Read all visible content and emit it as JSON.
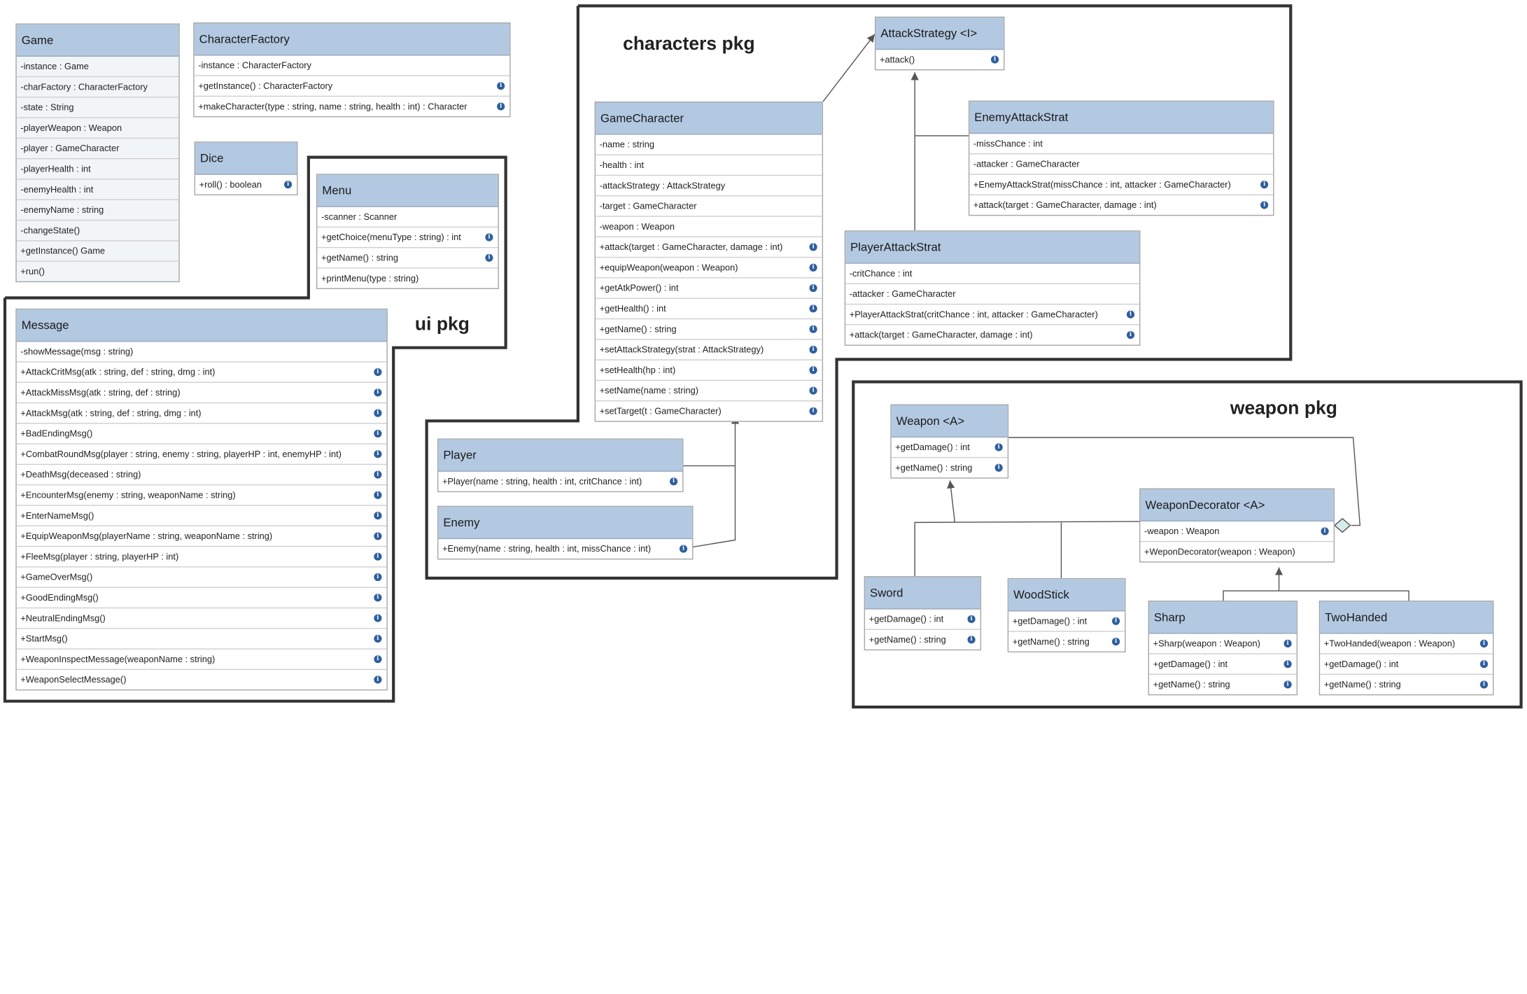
{
  "packages": [
    {
      "id": "pkg-ui",
      "label": "ui pkg"
    },
    {
      "id": "pkg-characters",
      "label": "characters pkg"
    },
    {
      "id": "pkg-weapon",
      "label": "weapon pkg"
    }
  ],
  "classes": [
    {
      "id": "game",
      "name": "Game",
      "shaded": true,
      "members": [
        {
          "text": "-instance : Game",
          "info": false
        },
        {
          "text": "-charFactory : CharacterFactory",
          "info": false
        },
        {
          "text": "-state : String",
          "info": false
        },
        {
          "text": "-playerWeapon : Weapon",
          "info": false
        },
        {
          "text": "-player : GameCharacter",
          "info": false
        },
        {
          "text": "-playerHealth : int",
          "info": false
        },
        {
          "text": "-enemyHealth : int",
          "info": false
        },
        {
          "text": "-enemyName : string",
          "info": false
        },
        {
          "text": "-changeState()",
          "info": false
        },
        {
          "text": "+getInstance() Game",
          "info": false
        },
        {
          "text": "+run()",
          "info": false
        }
      ]
    },
    {
      "id": "character-factory",
      "name": "CharacterFactory",
      "members": [
        {
          "text": "-instance : CharacterFactory",
          "info": false
        },
        {
          "text": "+getInstance() : CharacterFactory",
          "info": true
        },
        {
          "text": "+makeCharacter(type : string, name : string, health : int) : Character",
          "info": true
        }
      ]
    },
    {
      "id": "dice",
      "name": "Dice",
      "members": [
        {
          "text": "+roll() : boolean",
          "info": true
        }
      ]
    },
    {
      "id": "menu",
      "name": "Menu",
      "members": [
        {
          "text": "-scanner : Scanner",
          "info": false
        },
        {
          "text": "+getChoice(menuType : string) : int",
          "info": true
        },
        {
          "text": "+getName() : string",
          "info": true
        },
        {
          "text": "+printMenu(type : string)",
          "info": false
        }
      ]
    },
    {
      "id": "message",
      "name": "Message",
      "members": [
        {
          "text": "-showMessage(msg : string)",
          "info": false
        },
        {
          "text": "+AttackCritMsg(atk : string, def : string, dmg : int)",
          "info": true
        },
        {
          "text": "+AttackMissMsg(atk : string, def : string)",
          "info": true
        },
        {
          "text": "+AttackMsg(atk : string, def : string, dmg : int)",
          "info": true
        },
        {
          "text": "+BadEndingMsg()",
          "info": true
        },
        {
          "text": "+CombatRoundMsg(player : string, enemy : string, playerHP : int, enemyHP : int)",
          "info": true
        },
        {
          "text": "+DeathMsg(deceased : string)",
          "info": true
        },
        {
          "text": "+EncounterMsg(enemy : string, weaponName : string)",
          "info": true
        },
        {
          "text": "+EnterNameMsg()",
          "info": true
        },
        {
          "text": "+EquipWeaponMsg(playerName : string, weaponName : string)",
          "info": true
        },
        {
          "text": "+FleeMsg(player : string, playerHP : int)",
          "info": true
        },
        {
          "text": "+GameOverMsg()",
          "info": true
        },
        {
          "text": "+GoodEndingMsg()",
          "info": true
        },
        {
          "text": "+NeutralEndingMsg()",
          "info": true
        },
        {
          "text": "+StartMsg()",
          "info": true
        },
        {
          "text": "+WeaponInspectMessage(weaponName : string)",
          "info": true
        },
        {
          "text": "+WeaponSelectMessage()",
          "info": true
        }
      ]
    },
    {
      "id": "game-character",
      "name": "GameCharacter",
      "members": [
        {
          "text": "-name : string",
          "info": false
        },
        {
          "text": "-health : int",
          "info": false
        },
        {
          "text": "-attackStrategy : AttackStrategy",
          "info": false
        },
        {
          "text": "-target : GameCharacter",
          "info": false
        },
        {
          "text": "-weapon : Weapon",
          "info": false
        },
        {
          "text": "+attack(target : GameCharacter, damage : int)",
          "info": true
        },
        {
          "text": "+equipWeapon(weapon : Weapon)",
          "info": true
        },
        {
          "text": "+getAtkPower() : int",
          "info": true
        },
        {
          "text": "+getHealth() : int",
          "info": true
        },
        {
          "text": "+getName() : string",
          "info": true
        },
        {
          "text": "+setAttackStrategy(strat : AttackStrategy)",
          "info": true
        },
        {
          "text": "+setHealth(hp : int)",
          "info": true
        },
        {
          "text": "+setName(name : string)",
          "info": true
        },
        {
          "text": "+setTarget(t : GameCharacter)",
          "info": true
        }
      ]
    },
    {
      "id": "attack-strategy",
      "name": "AttackStrategy <I>",
      "members": [
        {
          "text": "+attack()",
          "info": true
        }
      ]
    },
    {
      "id": "enemy-attack-strat",
      "name": "EnemyAttackStrat",
      "members": [
        {
          "text": "-missChance : int",
          "info": false
        },
        {
          "text": "-attacker : GameCharacter",
          "info": false
        },
        {
          "text": "+EnemyAttackStrat(missChance : int, attacker : GameCharacter)",
          "info": true
        },
        {
          "text": "+attack(target : GameCharacter, damage : int)",
          "info": true
        }
      ]
    },
    {
      "id": "player-attack-strat",
      "name": "PlayerAttackStrat",
      "members": [
        {
          "text": "-critChance : int",
          "info": false
        },
        {
          "text": "-attacker : GameCharacter",
          "info": false
        },
        {
          "text": "+PlayerAttackStrat(critChance : int, attacker : GameCharacter)",
          "info": true
        },
        {
          "text": "+attack(target : GameCharacter, damage : int)",
          "info": true
        }
      ]
    },
    {
      "id": "player",
      "name": "Player",
      "members": [
        {
          "text": "+Player(name : string, health : int, critChance : int)",
          "info": true
        }
      ]
    },
    {
      "id": "enemy",
      "name": "Enemy",
      "members": [
        {
          "text": "+Enemy(name : string, health : int, missChance : int)",
          "info": true
        }
      ]
    },
    {
      "id": "weapon",
      "name": "Weapon <A>",
      "members": [
        {
          "text": "+getDamage() : int",
          "info": true
        },
        {
          "text": "+getName() : string",
          "info": true
        }
      ]
    },
    {
      "id": "weapon-decorator",
      "name": "WeaponDecorator <A>",
      "members": [
        {
          "text": "-weapon : Weapon",
          "info": true
        },
        {
          "text": "+WeponDecorator(weapon : Weapon)",
          "info": false
        }
      ]
    },
    {
      "id": "sword",
      "name": "Sword",
      "members": [
        {
          "text": "+getDamage() : int",
          "info": true
        },
        {
          "text": "+getName() : string",
          "info": true
        }
      ]
    },
    {
      "id": "wood-stick",
      "name": "WoodStick",
      "members": [
        {
          "text": "+getDamage() : int",
          "info": true
        },
        {
          "text": "+getName() : string",
          "info": true
        }
      ]
    },
    {
      "id": "sharp",
      "name": "Sharp",
      "members": [
        {
          "text": "+Sharp(weapon : Weapon)",
          "info": true
        },
        {
          "text": "+getDamage() : int",
          "info": true
        },
        {
          "text": "+getName() : string",
          "info": true
        }
      ]
    },
    {
      "id": "two-handed",
      "name": "TwoHanded",
      "members": [
        {
          "text": "+TwoHanded(weapon : Weapon)",
          "info": true
        },
        {
          "text": "+getDamage() : int",
          "info": true
        },
        {
          "text": "+getName() : string",
          "info": true
        }
      ]
    }
  ]
}
